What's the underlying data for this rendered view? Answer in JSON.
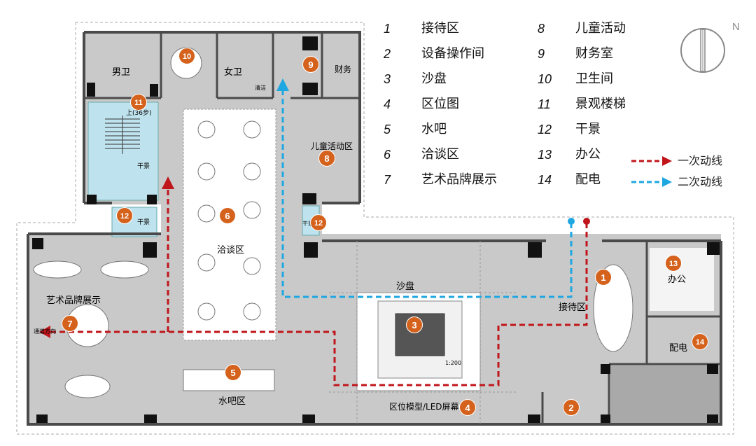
{
  "legend": {
    "items": [
      {
        "num": "1",
        "name": "接待区"
      },
      {
        "num": "2",
        "name": "设备操作间"
      },
      {
        "num": "3",
        "name": "沙盘"
      },
      {
        "num": "4",
        "name": "区位图"
      },
      {
        "num": "5",
        "name": "水吧"
      },
      {
        "num": "6",
        "name": "洽谈区"
      },
      {
        "num": "7",
        "name": "艺术品牌展示"
      },
      {
        "num": "8",
        "name": "儿童活动"
      },
      {
        "num": "9",
        "name": "财务室"
      },
      {
        "num": "10",
        "name": "卫生间"
      },
      {
        "num": "11",
        "name": "景观楼梯"
      },
      {
        "num": "12",
        "name": "干景"
      },
      {
        "num": "13",
        "name": "办公"
      },
      {
        "num": "14",
        "name": "配电"
      }
    ],
    "lines": [
      {
        "label": "一次动线",
        "color": "#c0161b"
      },
      {
        "label": "二次动线",
        "color": "#1ea7e1"
      }
    ]
  },
  "compass": {
    "label": "N"
  },
  "markers": {
    "color": "#d4621c",
    "items": [
      "1",
      "2",
      "3",
      "4",
      "5",
      "6",
      "7",
      "8",
      "9",
      "10",
      "11",
      "12",
      "12",
      "13",
      "14"
    ]
  },
  "room_labels": {
    "men_wc": "男卫",
    "women_wc": "女卫",
    "finance": "财务",
    "kids": "儿童活动区",
    "stair_up": "上(36步)",
    "dry_scene": "干景",
    "dry_scene_2": "干景",
    "dry_scene_3": "干景",
    "negotiation": "洽谈区",
    "art_brand": "艺术品牌展示",
    "sand_table": "沙盘",
    "reception": "接待区",
    "office": "办公",
    "power": "配电",
    "water_bar": "水吧区",
    "location_model": "区位模型/LED屏幕",
    "cleaning": "清洁",
    "passage": "通道方向",
    "scale": "1:200"
  }
}
